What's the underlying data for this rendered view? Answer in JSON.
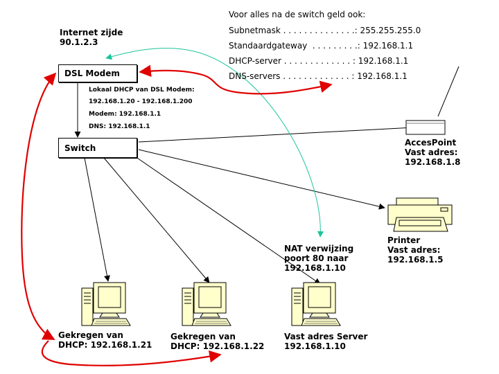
{
  "internet": {
    "title": "Internet zijde",
    "ip": "90.1.2.3"
  },
  "modem": {
    "label": "DSL Modem",
    "dhcp_title": "Lokaal DHCP van DSL Modem:",
    "dhcp_range": "192.168.1.20 - 192.168.1.200",
    "modem_ip": "Modem: 192.168.1.1",
    "dns": "DNS: 192.168.1.1"
  },
  "switch": {
    "label": "Switch"
  },
  "switch_info": {
    "title": "Voor alles na de switch geld ook:",
    "lines": [
      "Subnetmask . . . . . . . . . . . . . .: 255.255.255.0",
      "Standaardgateway  . . . . . . . . .: 192.168.1.1",
      "DHCP-server . . . . . . . . . . . . . : 192.168.1.1",
      "DNS-servers . . . . . . . . . . . . . : 192.168.1.1"
    ]
  },
  "accesspoint": {
    "name": "AccesPoint",
    "type": "Vast adres:",
    "ip": "192.168.1.8"
  },
  "printer": {
    "name": "Printer",
    "type": "Vast adres:",
    "ip": "192.168.1.5"
  },
  "nat": {
    "line1": "NAT verwijzing",
    "line2": "poort 80 naar",
    "line3": "192.168.1.10"
  },
  "pc1": {
    "line1": "Gekregen van",
    "line2": "DHCP: 192.168.1.21"
  },
  "pc2": {
    "line1": "Gekregen van",
    "line2": "DHCP: 192.168.1.22"
  },
  "server": {
    "line1": "Vast adres Server",
    "line2": "192.168.1.10"
  },
  "colors": {
    "red": "#e00000",
    "teal": "#19c49a",
    "computer_fill": "#ffffcc"
  },
  "icons": [
    "computer-icon",
    "printer-icon",
    "access-point-icon"
  ]
}
